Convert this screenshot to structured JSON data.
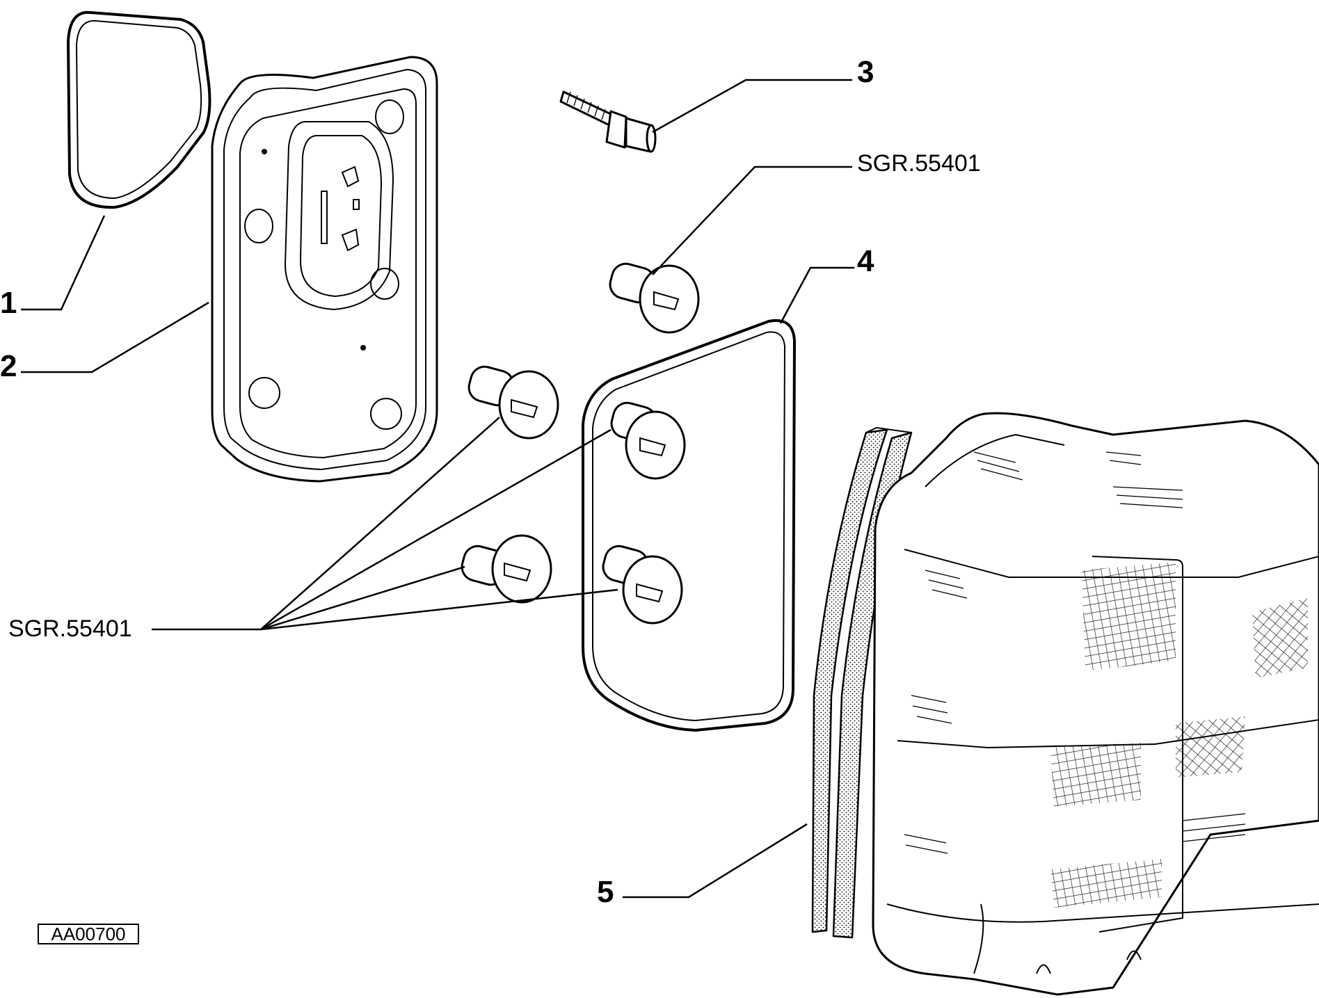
{
  "callouts": {
    "c1": "1",
    "c2": "2",
    "c3": "3",
    "c4": "4",
    "c5": "5",
    "ref_top": "SGR.55401",
    "ref_left": "SGR.55401"
  },
  "figure_code": "AA00700"
}
